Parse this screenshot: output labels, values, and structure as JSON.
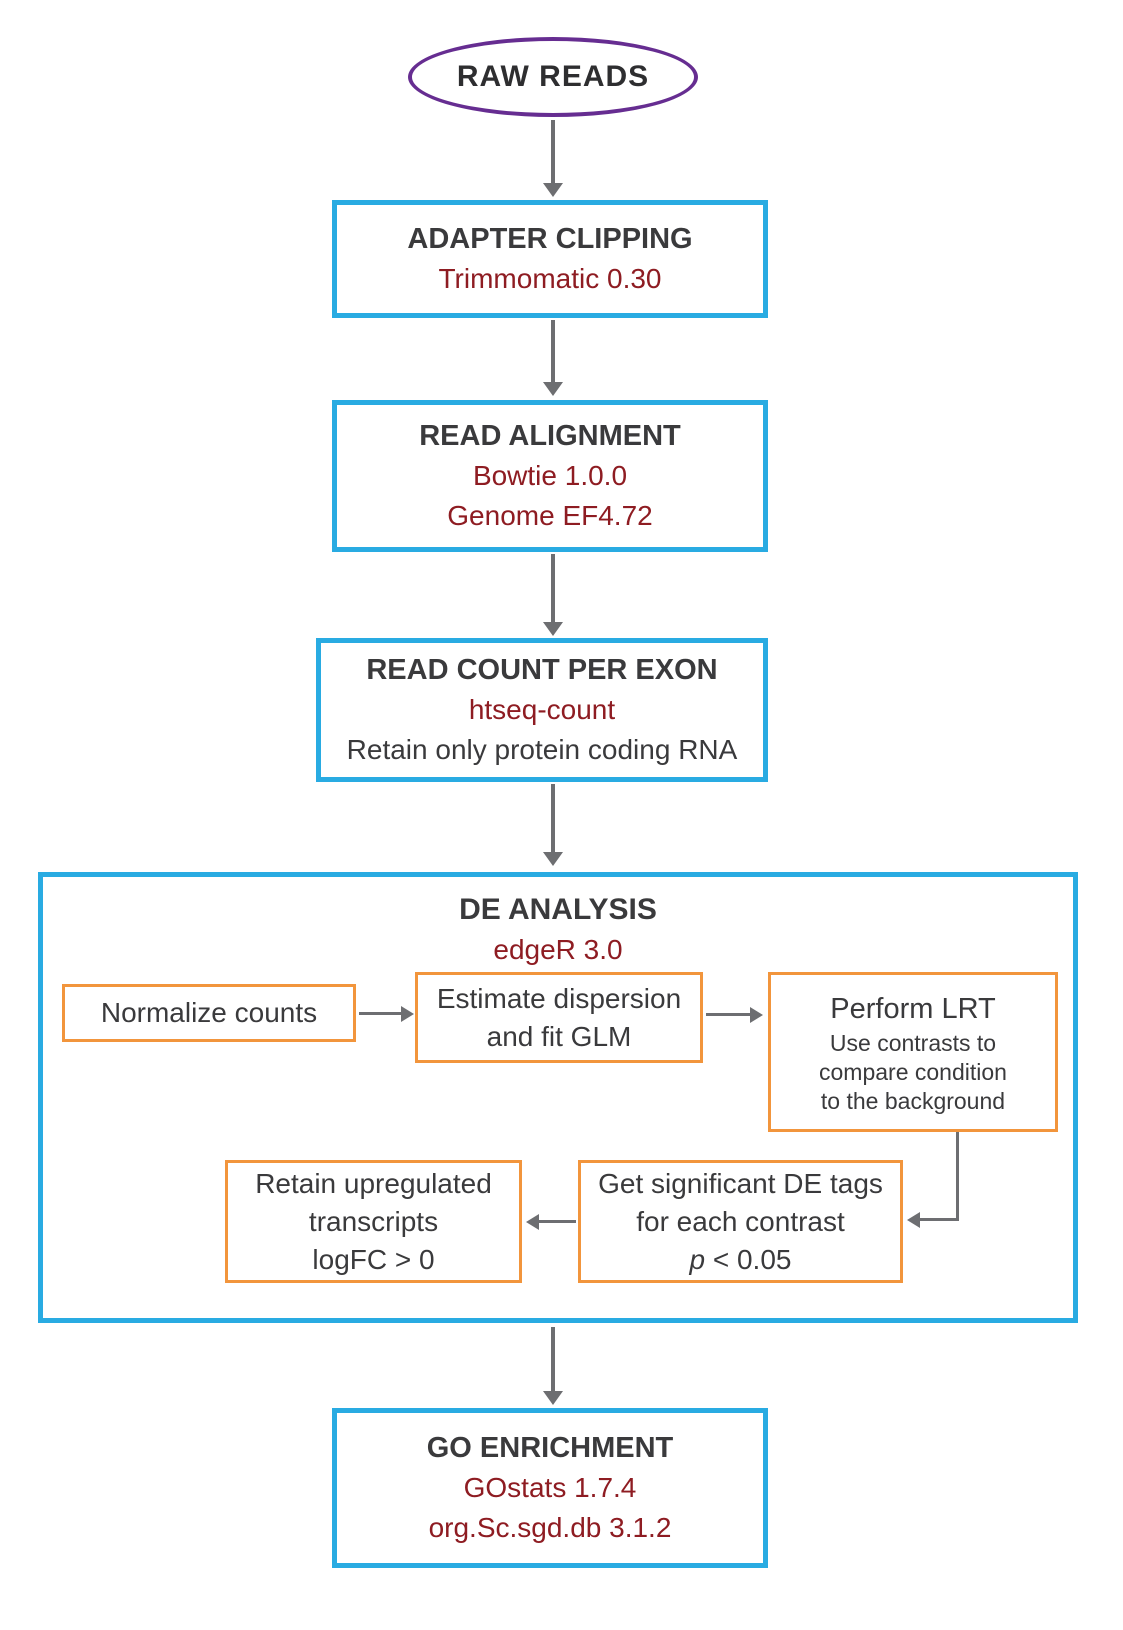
{
  "nodes": {
    "raw_reads": {
      "label": "RAW READS"
    },
    "adapter_clipping": {
      "title": "ADAPTER CLIPPING",
      "tool": "Trimmomatic 0.30"
    },
    "read_alignment": {
      "title": "READ ALIGNMENT",
      "tool1": "Bowtie 1.0.0",
      "tool2": "Genome EF4.72"
    },
    "read_count": {
      "title": "READ COUNT PER EXON",
      "tool": "htseq-count",
      "note": "Retain only protein coding RNA"
    },
    "de_analysis": {
      "title": "DE ANALYSIS",
      "tool": "edgeR 3.0",
      "steps": {
        "normalize": {
          "text": "Normalize counts"
        },
        "estimate": {
          "line1": "Estimate dispersion",
          "line2": "and fit GLM"
        },
        "lrt": {
          "title": "Perform LRT",
          "line1": "Use contrasts to",
          "line2": "compare condition",
          "line3": "to the background"
        },
        "significant": {
          "line1": "Get significant DE tags",
          "line2": "for each contrast",
          "p_var": "p",
          "p_rest": " < 0.05"
        },
        "retain": {
          "line1": "Retain upregulated",
          "line2": "transcripts",
          "line3": "logFC > 0"
        }
      }
    },
    "go_enrichment": {
      "title": "GO ENRICHMENT",
      "tool1": "GOstats 1.7.4",
      "tool2": "org.Sc.sgd.db 3.1.2"
    }
  },
  "colors": {
    "blue": "#29abe2",
    "orange": "#f2953c",
    "purple": "#662d91",
    "red": "#8e1c22",
    "dark": "#3a3a3c",
    "arrow": "#6d6e71"
  }
}
